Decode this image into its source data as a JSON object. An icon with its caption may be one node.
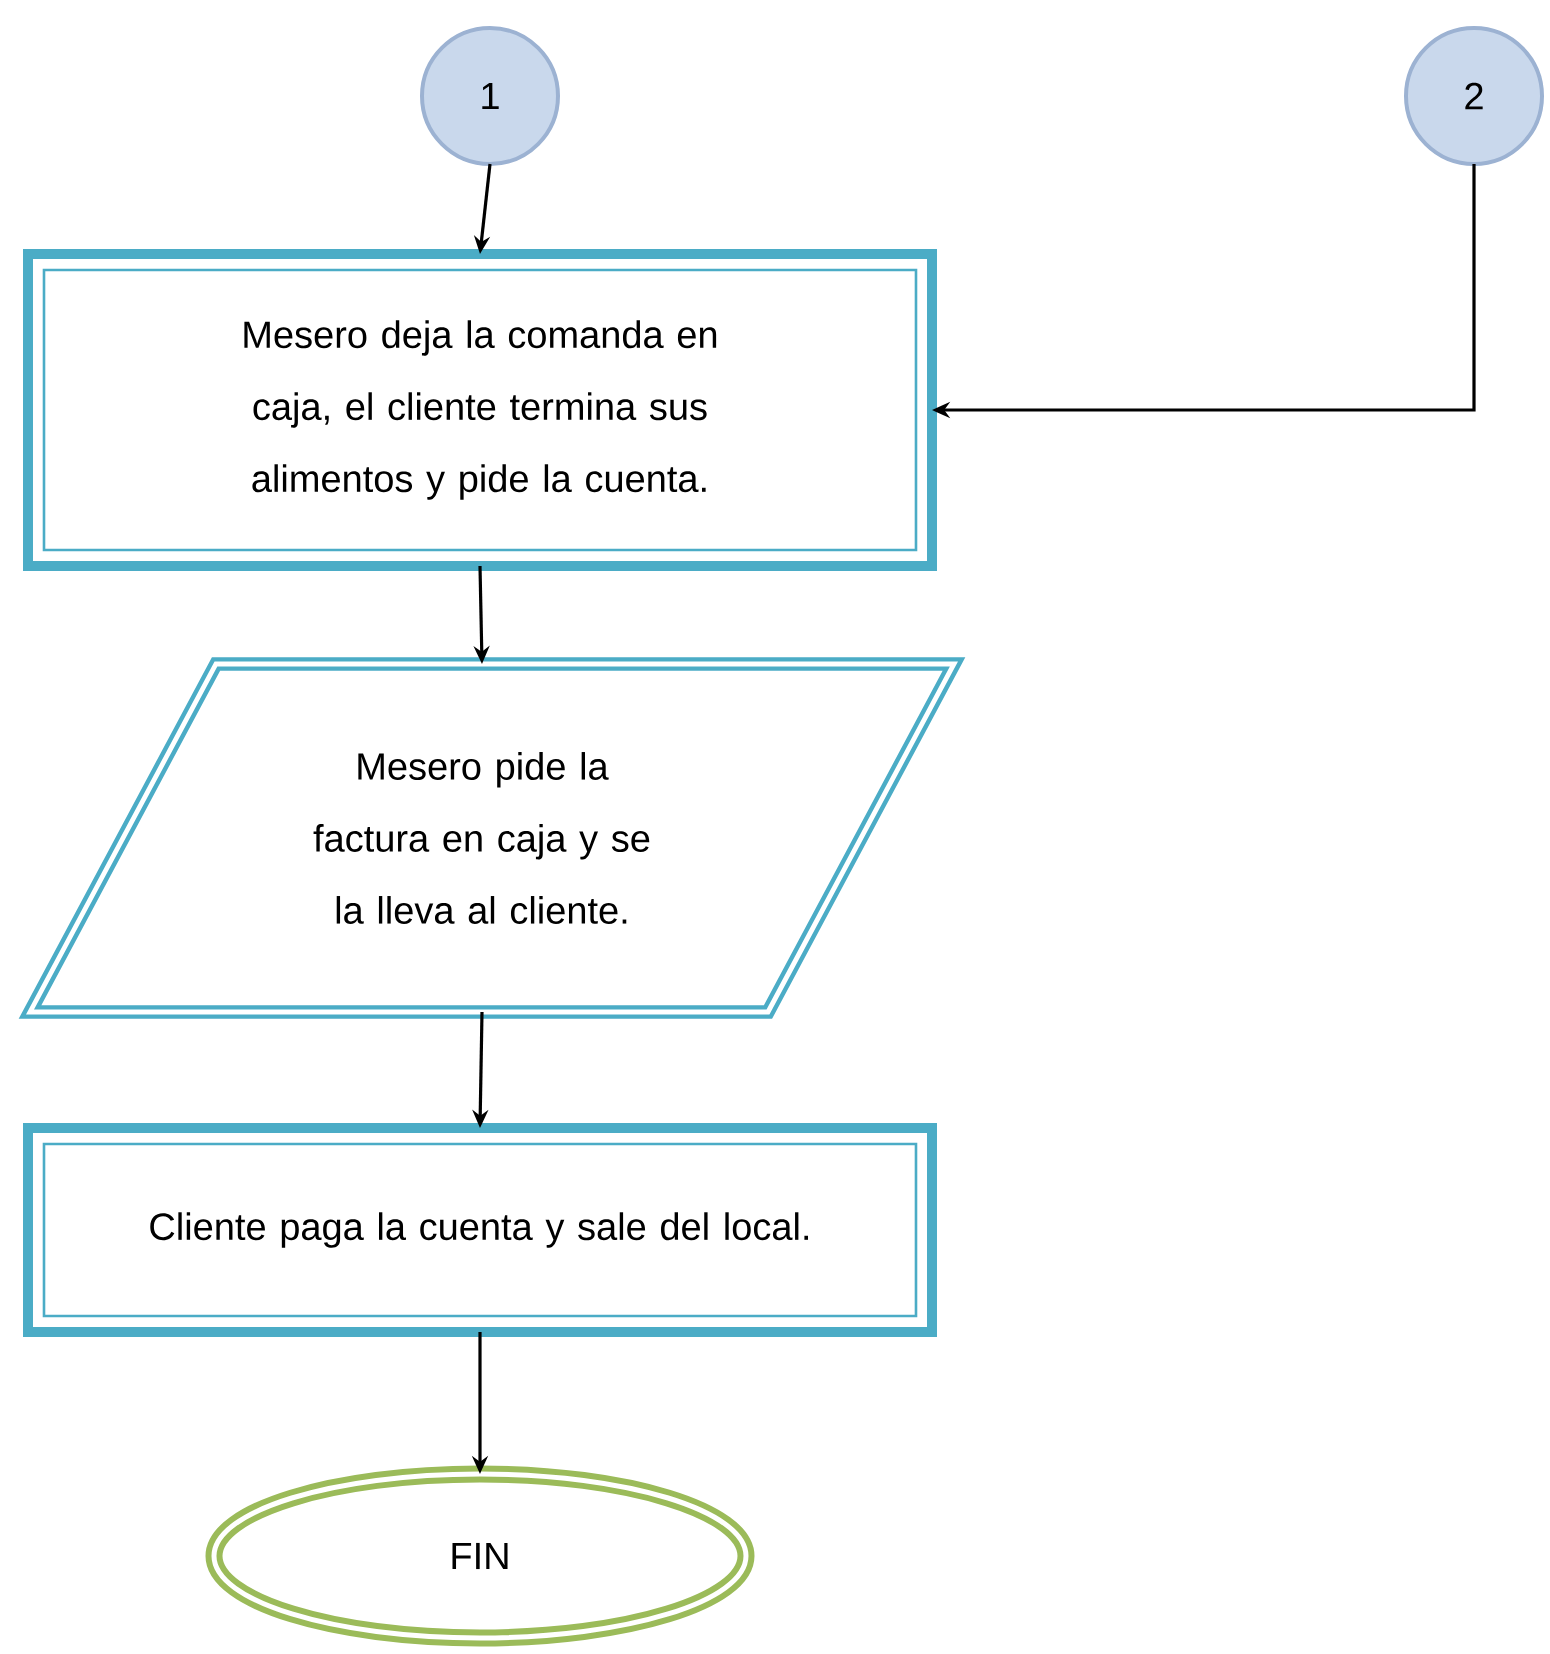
{
  "diagram": {
    "nodes": [
      {
        "text": [
          "1"
        ]
      },
      {
        "text": [
          "2"
        ]
      },
      {
        "text": [
          "Mesero deja la comanda en caja, el cliente termina sus alimentos y pide la cuenta."
        ]
      },
      {
        "text": [
          "Mesero pide la factura en caja y se la lleva al cliente."
        ]
      },
      {
        "text": [
          "Cliente paga la cuenta y sale del local."
        ]
      },
      {
        "text": [
          "FIN"
        ]
      }
    ],
    "edges": [
      {
        "from": 0,
        "to": 2,
        "arrow": "to"
      },
      {
        "from": 1,
        "to": 2,
        "arrow": "to"
      },
      {
        "from": 2,
        "to": 3,
        "arrow": "to"
      },
      {
        "from": 3,
        "to": 4,
        "arrow": "to"
      },
      {
        "from": 4,
        "to": 5,
        "arrow": "to"
      }
    ]
  }
}
